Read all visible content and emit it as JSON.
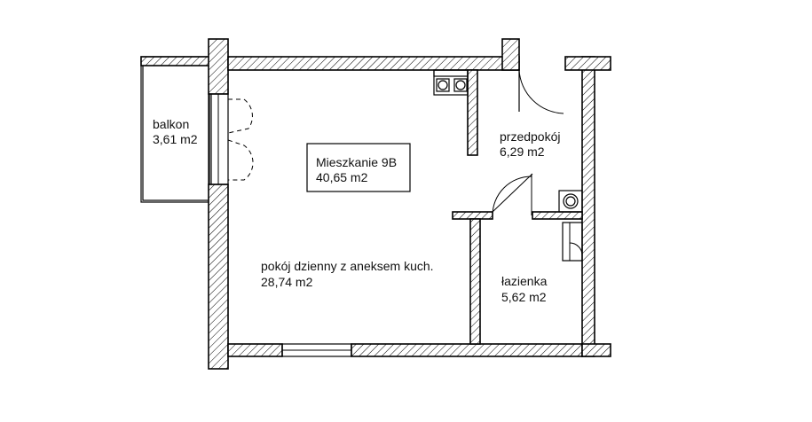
{
  "apartment": {
    "name": "Mieszkanie 9B",
    "area": "40,65 m2"
  },
  "rooms": [
    {
      "id": "balkon",
      "name": "balkon",
      "area": "3,61 m2"
    },
    {
      "id": "przedpokoj",
      "name": "przedpokój",
      "area": "6,29 m2"
    },
    {
      "id": "pokoj",
      "name": "pokój dzienny z aneksem kuch.",
      "area": "28,74 m2"
    },
    {
      "id": "lazienka",
      "name": "łazienka",
      "area": "5,62 m2"
    }
  ]
}
